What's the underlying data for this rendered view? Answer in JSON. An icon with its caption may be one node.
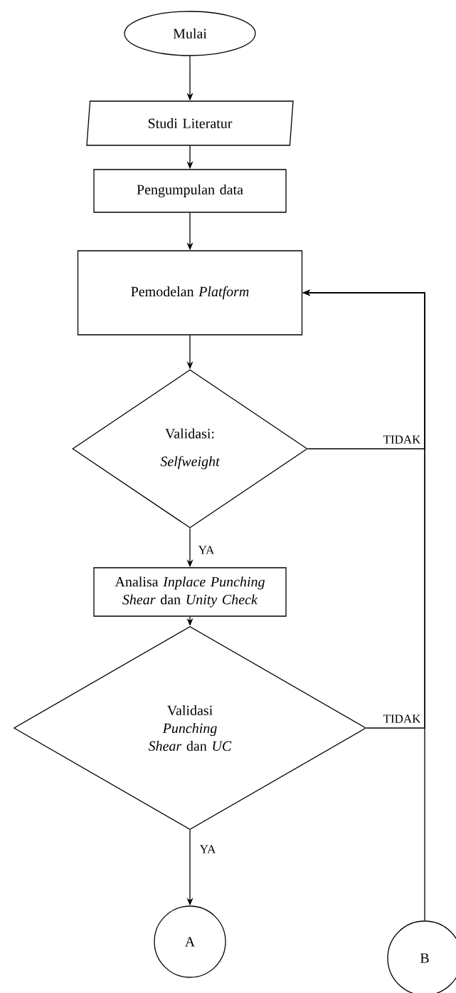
{
  "diagram": {
    "nodes": [
      {
        "text": [
          "Mulai"
        ]
      },
      {
        "text": [
          "Studi Literatur"
        ]
      },
      {
        "text": [
          "Pengumpulan data"
        ]
      },
      {
        "text": [
          "Pemodelan *Platform*"
        ]
      },
      {
        "text": [
          "Validasi:",
          "Selfweight"
        ]
      },
      {
        "text": [
          "Analisa *Inplace Punching Shear* dan *Unity Check*"
        ]
      },
      {
        "text": [
          "Validasi *Punching Shear* dan *UC*"
        ]
      },
      {
        "text": [
          "A"
        ]
      },
      {
        "text": [
          "B"
        ]
      }
    ],
    "edges": [
      {
        "from": 0,
        "to": 1,
        "arrow": "to"
      },
      {
        "from": 1,
        "to": 2,
        "arrow": "to"
      },
      {
        "from": 2,
        "to": 3,
        "arrow": "to"
      },
      {
        "from": 3,
        "to": 4,
        "arrow": "to"
      },
      {
        "from": 4,
        "to": 5,
        "arrow": "to",
        "label": "YA"
      },
      {
        "from": 5,
        "to": 6,
        "arrow": "to"
      },
      {
        "from": 6,
        "to": 7,
        "arrow": "to",
        "label": "YA"
      },
      {
        "from": 4,
        "to": 3,
        "arrow": "to",
        "label": "TIDAK"
      },
      {
        "from": 6,
        "to": 3,
        "arrow": "to",
        "label": "TIDAK"
      },
      {
        "from": 8,
        "to": 3,
        "arrow": "to"
      }
    ]
  }
}
